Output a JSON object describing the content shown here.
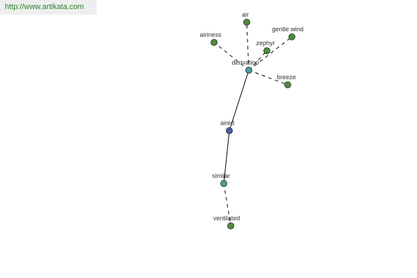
{
  "header": {
    "url": "http://www.artikata.com"
  },
  "colors": {
    "center": "#4a5fa8",
    "hub": "#4f9a9a",
    "leaf": "#4e8b3e",
    "stroke": "#1a2a1a",
    "edge": "#000000"
  },
  "nodes": [
    {
      "id": "aired",
      "label": "aired",
      "kind": "center"
    },
    {
      "id": "derivation",
      "label": "derivation",
      "kind": "hub"
    },
    {
      "id": "similar",
      "label": "similar",
      "kind": "hub"
    },
    {
      "id": "air",
      "label": "air",
      "kind": "leaf"
    },
    {
      "id": "airiness",
      "label": "airiness",
      "kind": "leaf"
    },
    {
      "id": "zephyr",
      "label": "zephyr",
      "kind": "leaf"
    },
    {
      "id": "gentle_wind",
      "label": "gentle wind",
      "kind": "leaf"
    },
    {
      "id": "breeze",
      "label": "breeze",
      "kind": "leaf"
    },
    {
      "id": "ventilated",
      "label": "ventilated",
      "kind": "leaf"
    }
  ],
  "edges": [
    {
      "from": "aired",
      "to": "derivation",
      "style": "solid"
    },
    {
      "from": "aired",
      "to": "similar",
      "style": "solid"
    },
    {
      "from": "derivation",
      "to": "air",
      "style": "dashed"
    },
    {
      "from": "derivation",
      "to": "airiness",
      "style": "dashed"
    },
    {
      "from": "derivation",
      "to": "zephyr",
      "style": "dashed"
    },
    {
      "from": "derivation",
      "to": "gentle_wind",
      "style": "dashed"
    },
    {
      "from": "derivation",
      "to": "breeze",
      "style": "dashed"
    },
    {
      "from": "similar",
      "to": "ventilated",
      "style": "dashed"
    }
  ]
}
